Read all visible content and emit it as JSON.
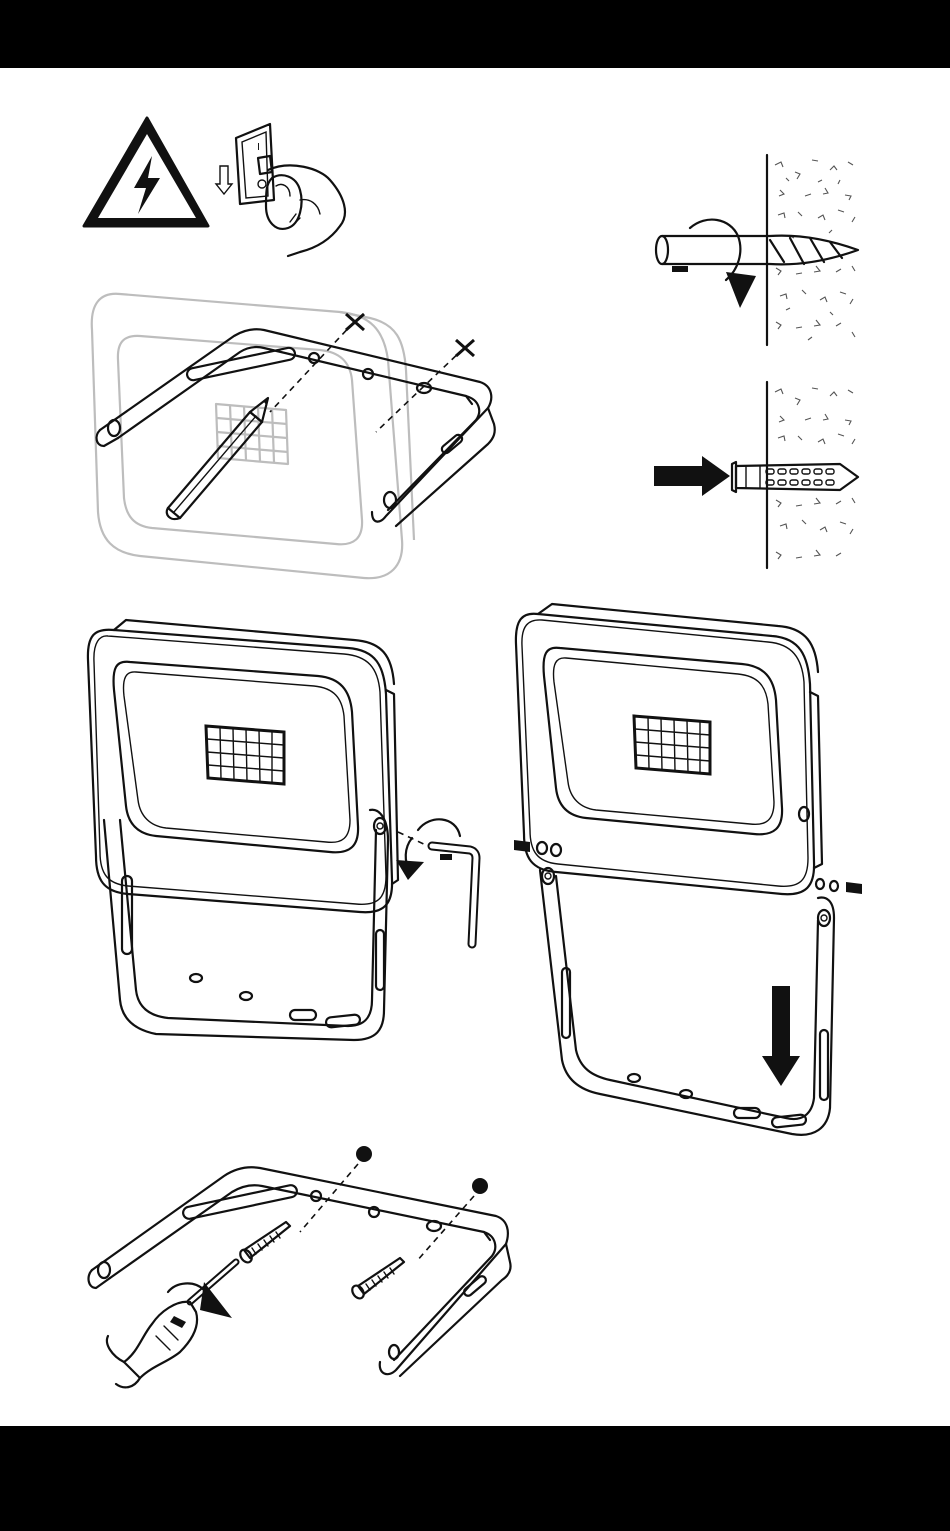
{
  "page": {
    "title": "",
    "colors": {
      "background": "#ffffff",
      "bars": "#000000",
      "ink": "#111111",
      "ghost": "#bdbdbd"
    }
  },
  "warning": {
    "icon": "high-voltage-warning-icon",
    "switch_label": "I",
    "minus_label": "-"
  },
  "steps": [
    {
      "name": "disconnect-power",
      "icon": "unplug-icon"
    },
    {
      "name": "drill-hole",
      "icon": "drill-icon"
    },
    {
      "name": "mark-holes",
      "icon": "pencil-icon"
    },
    {
      "name": "insert-dowel",
      "icon": "wall-plug-icon"
    },
    {
      "name": "loosen-bolt",
      "icon": "hex-key-icon"
    },
    {
      "name": "remove-bracket",
      "icon": "arrow-down-icon"
    },
    {
      "name": "screw-bracket",
      "icon": "screwdriver-icon"
    }
  ]
}
